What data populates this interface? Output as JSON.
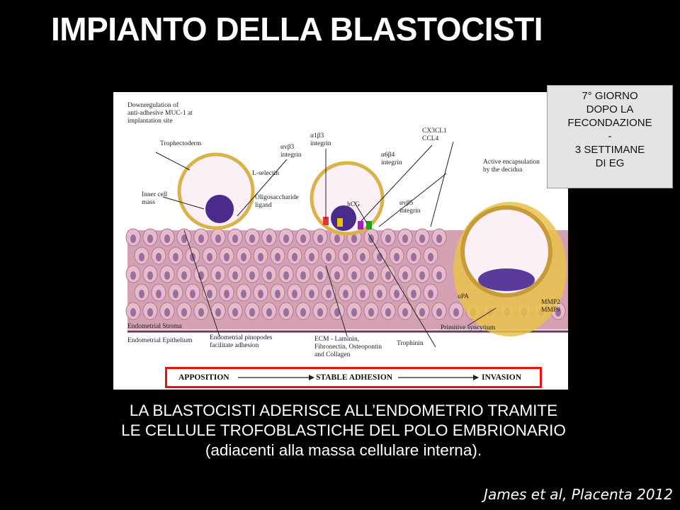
{
  "slide": {
    "title": "IMPIANTO DELLA BLASTOCISTI",
    "callout": [
      "7° GIORNO",
      "DOPO LA",
      "FECONDAZIONE",
      "-",
      "3 SETTIMANE",
      "DI EG"
    ],
    "caption": [
      "LA BLASTOCISTI ADERISCE ALL’ENDOMETRIO TRAMITE",
      "LE CELLULE TROFOBLASTICHE DEL POLO EMBRIONARIO",
      "(adiacenti alla massa cellulare interna)."
    ],
    "citation": "James et al, Placenta 2012"
  },
  "figure": {
    "labels": {
      "muc1": [
        "Downregulation of",
        "anti-adhesive MUC-1 at",
        "implantation site"
      ],
      "trophectoderm": "Trophectoderm",
      "inner_cell_mass": [
        "Inner cell",
        "mass"
      ],
      "avb3": [
        "αvβ3",
        "integrin"
      ],
      "lselectin": "L-selectin",
      "a1b3": [
        "α1β3",
        "integrin"
      ],
      "oligo": [
        "Oligosaccharide",
        "ligand"
      ],
      "hcg": "hCG",
      "cx3cl1": [
        "CX3CL1",
        "CCL4"
      ],
      "a6b4": [
        "α6β4",
        "integrin"
      ],
      "avb5": [
        "αvβ5",
        "integrin"
      ],
      "encaps": [
        "Active encapsulation",
        "by the decidua"
      ],
      "upa": "uPA",
      "mmp": [
        "MMP2",
        "MMP9"
      ],
      "stroma": "Endometrial Stroma",
      "epithelium": "Endometrial Epithelium",
      "pinopodes": [
        "Endometrial pinopodes",
        "facilitate adhesion"
      ],
      "ecm": [
        "ECM - Laminin,",
        "Fibronectin, Osteopontin",
        "and Collagen"
      ],
      "trophinin": "Trophinin",
      "syncytium": "Primitive syncytium"
    },
    "phases": [
      "APPOSITION",
      "STABLE ADHESION",
      "INVASION"
    ],
    "colors": {
      "epithelium": "#d8a8b8",
      "cell": "#9a6f9e",
      "nucleus": "#5a3a7a",
      "trophoblast": "#e8c24a",
      "icm": "#4a2a8a",
      "phase_border": "#e11"
    }
  }
}
